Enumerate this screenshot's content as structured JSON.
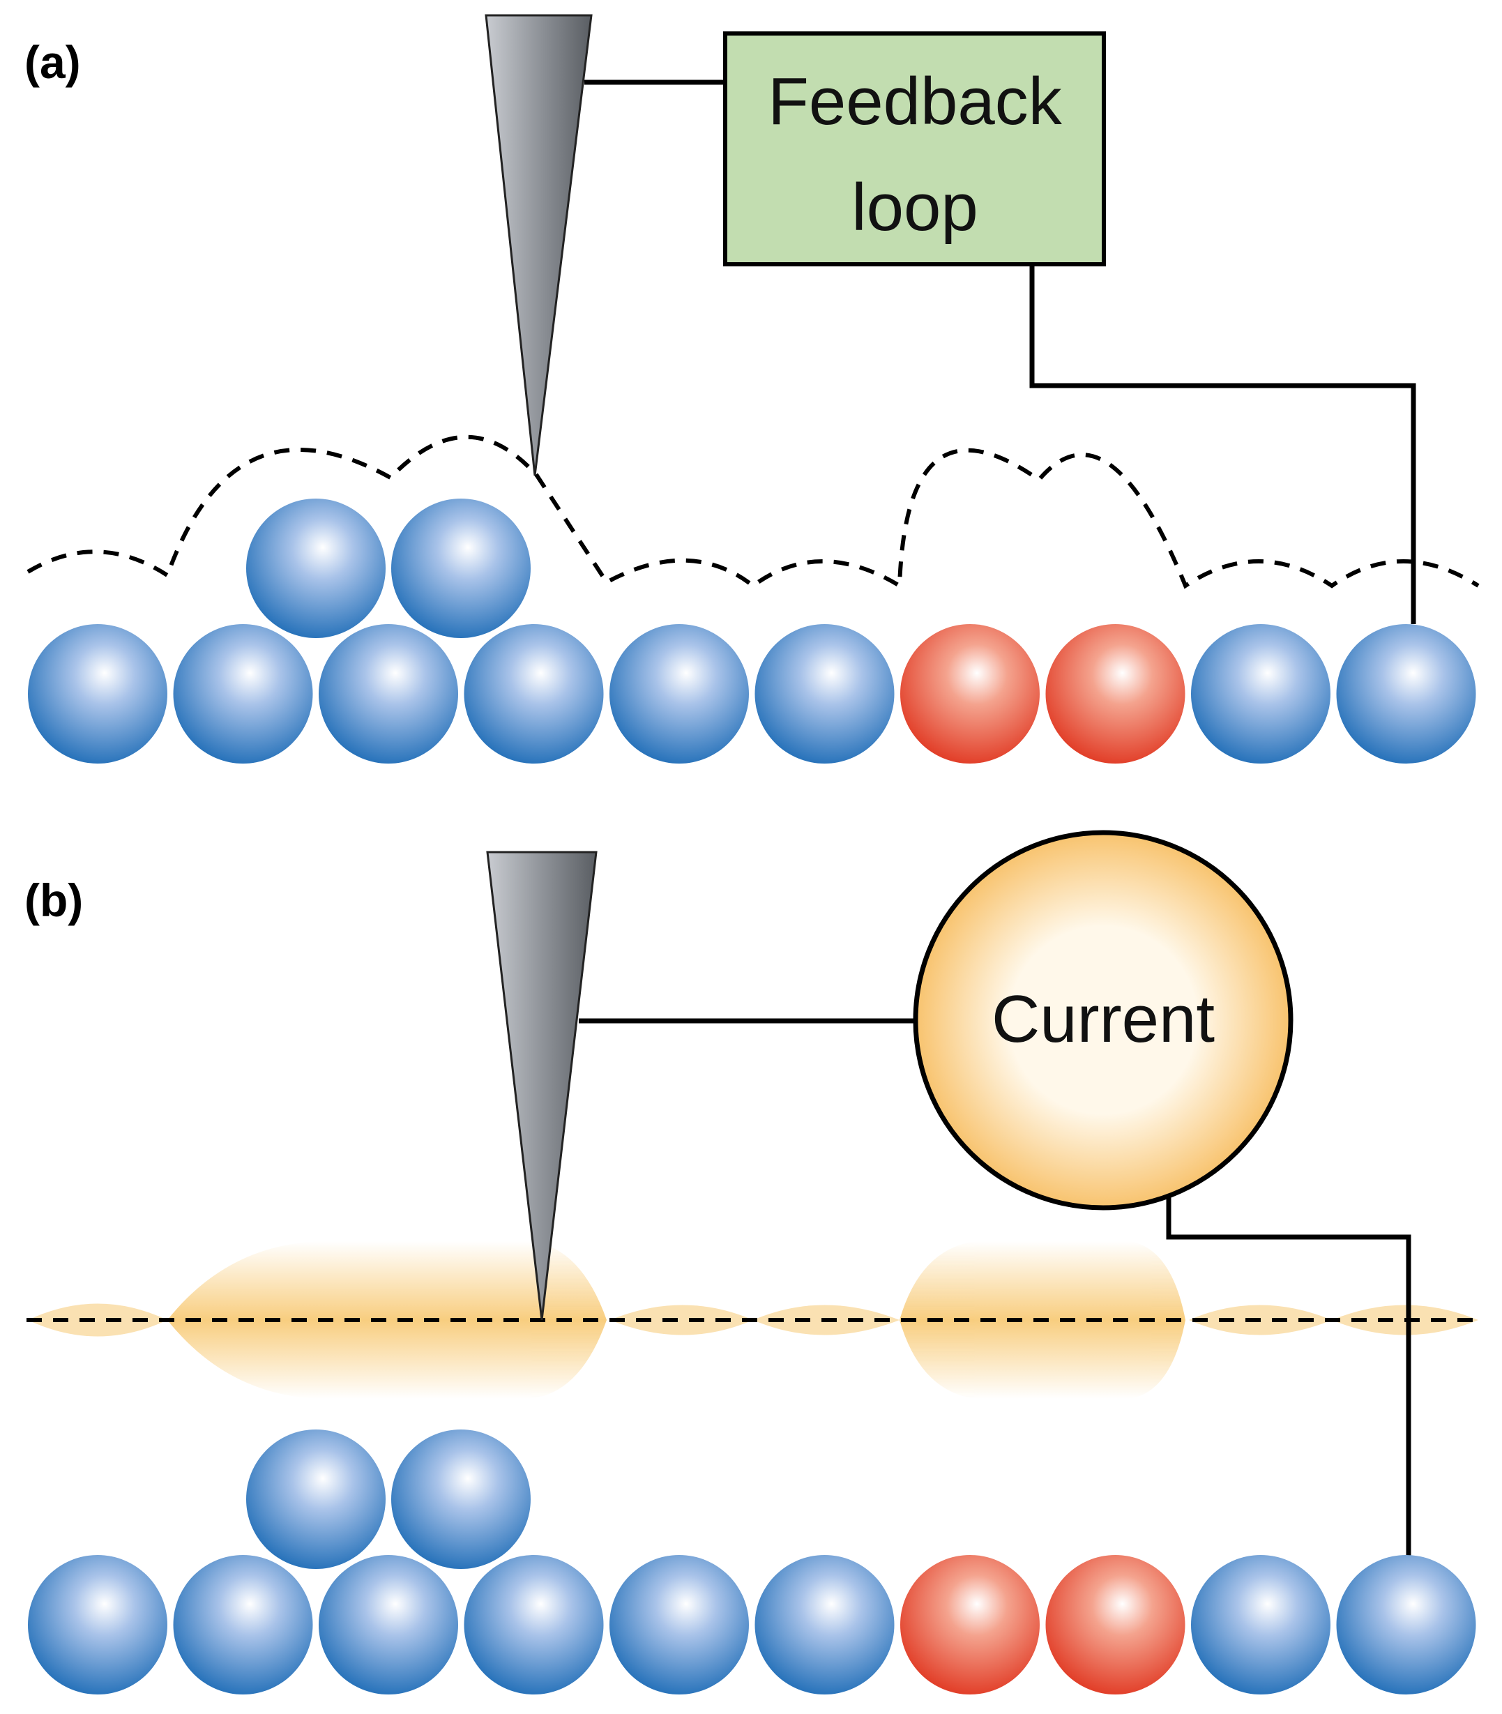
{
  "panels": [
    {
      "label": "(a)",
      "box_line1": "Feedback",
      "box_line2": "loop"
    },
    {
      "label": "(b)",
      "circle_text": "Current"
    }
  ],
  "colors": {
    "atom_blue": "#2a74bb",
    "atom_red": "#e2402a",
    "feedback_box": "#c2ddb0",
    "current_circle": "#f8c36e",
    "tip_dark": "#5a5e63",
    "tip_light": "#c9ccd1",
    "density_glow": "#f5b642"
  },
  "atoms": {
    "bottom_row": [
      "blue",
      "blue",
      "blue",
      "blue",
      "blue",
      "blue",
      "red",
      "red",
      "blue",
      "blue"
    ],
    "adatoms": [
      "blue",
      "blue"
    ]
  },
  "icons": {
    "tip": "stm-tip-icon",
    "atom": "atom-sphere-icon"
  }
}
